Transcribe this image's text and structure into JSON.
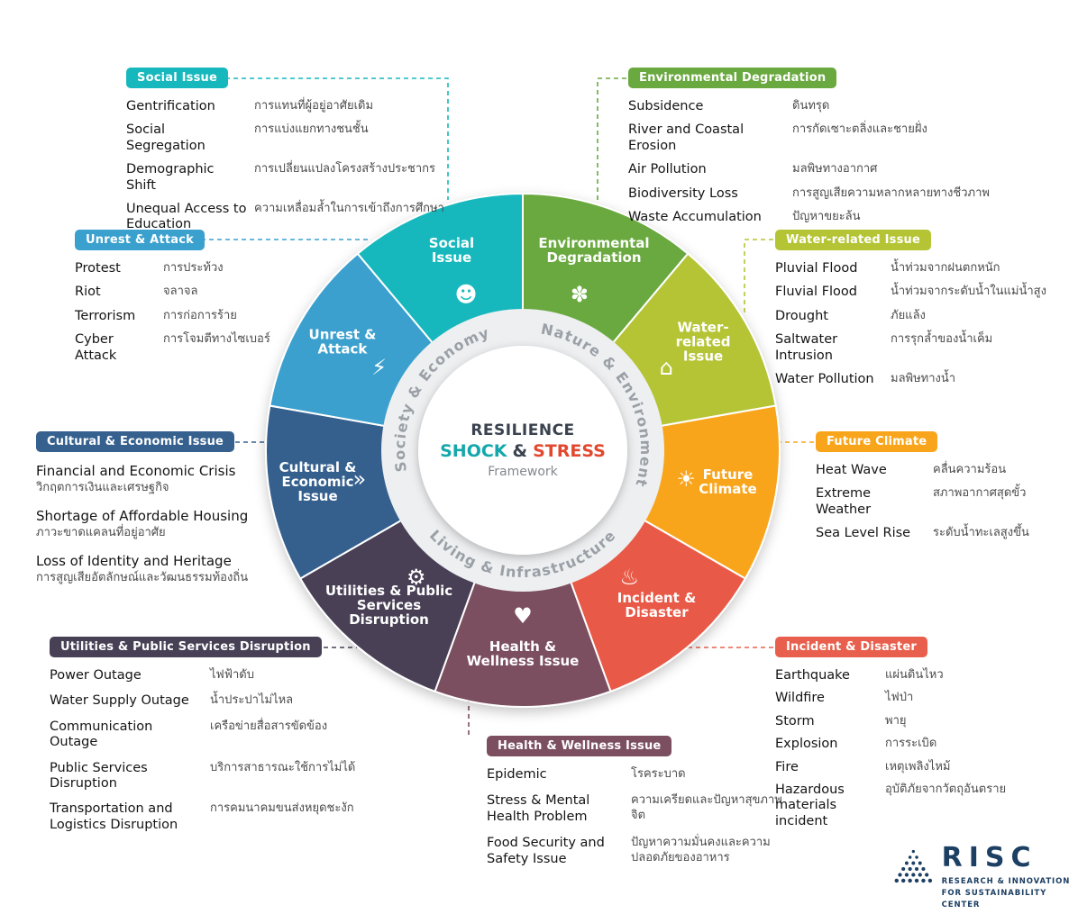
{
  "center": {
    "line1": "RESILIENCE",
    "shock": "SHOCK",
    "amp": "&",
    "stress": "STRESS",
    "subtitle": "Framework",
    "shock_color": "#14a7ac",
    "stress_color": "#e2482f"
  },
  "ring": {
    "bg": "#edeff1",
    "text_color": "#9aa0a6",
    "labels": [
      {
        "id": "society-economy",
        "text": "Society & Economy"
      },
      {
        "id": "nature-environment",
        "text": "Nature & Environment"
      },
      {
        "id": "living-infrastructure",
        "text": "Living & Infrastructure"
      }
    ]
  },
  "segments": [
    {
      "id": "environmental-degradation",
      "lines": [
        "Environmental",
        "Degradation"
      ],
      "color": "#6aa93f",
      "icon": "✽",
      "icon_name": "pollution-molecules-icon",
      "start": 0,
      "end": 40
    },
    {
      "id": "water-related-issue",
      "lines": [
        "Water-",
        "related",
        "Issue"
      ],
      "color": "#b5c434",
      "icon": "⌂",
      "icon_name": "flood-house-icon",
      "start": 40,
      "end": 80
    },
    {
      "id": "future-climate",
      "lines": [
        "Future",
        "Climate"
      ],
      "color": "#f9a51b",
      "icon": "☀",
      "icon_name": "sun-cloud-icon",
      "start": 80,
      "end": 120
    },
    {
      "id": "incident-disaster",
      "lines": [
        "Incident &",
        "Disaster"
      ],
      "color": "#e85a47",
      "icon": "♨",
      "icon_name": "flame-icon",
      "start": 120,
      "end": 160
    },
    {
      "id": "health-wellness-issue",
      "lines": [
        "Health &",
        "Wellness Issue"
      ],
      "color": "#7c4f60",
      "icon": "♥",
      "icon_name": "heart-pulse-icon",
      "start": 160,
      "end": 200
    },
    {
      "id": "utilities-public-services-disruption",
      "lines": [
        "Utilities & Public",
        "Services",
        "Disruption"
      ],
      "color": "#484156",
      "icon": "⚙",
      "icon_name": "train-fuel-icon",
      "start": 200,
      "end": 240
    },
    {
      "id": "cultural-economic-issue",
      "lines": [
        "Cultural &",
        "Economic",
        "Issue"
      ],
      "color": "#36618e",
      "icon": "»",
      "icon_name": "economy-arrows-icon",
      "start": 240,
      "end": 280
    },
    {
      "id": "unrest-attack",
      "lines": [
        "Unrest &",
        "Attack"
      ],
      "color": "#3aa0ce",
      "icon": "⚡",
      "icon_name": "shield-bolt-icon",
      "start": 280,
      "end": 320
    },
    {
      "id": "social-issue",
      "lines": [
        "Social",
        "Issue"
      ],
      "color": "#17b8bd",
      "icon": "☻",
      "icon_name": "people-icon",
      "start": 320,
      "end": 360
    }
  ],
  "callouts": [
    {
      "id": "social-issue",
      "title": "Social Issue",
      "color": "#17b8bd",
      "items": [
        {
          "en": "Gentrification",
          "th": "การแทนที่ผู้อยู่อาศัยเดิม"
        },
        {
          "en": "Social Segregation",
          "th": "การแบ่งแยกทางชนชั้น"
        },
        {
          "en": "Demographic Shift",
          "th": "การเปลี่ยนแปลงโครงสร้างประชากร"
        },
        {
          "en": "Unequal Access to Education",
          "th": "ความเหลื่อมล้ำในการเข้าถึงการศึกษา"
        }
      ]
    },
    {
      "id": "environmental-degradation",
      "title": "Environmental Degradation",
      "color": "#6aa93f",
      "items": [
        {
          "en": "Subsidence",
          "th": "ดินทรุด"
        },
        {
          "en": "River and Coastal Erosion",
          "th": "การกัดเซาะตลิ่งและชายฝั่ง"
        },
        {
          "en": "Air Pollution",
          "th": "มลพิษทางอากาศ"
        },
        {
          "en": "Biodiversity Loss",
          "th": "การสูญเสียความหลากหลายทางชีวภาพ"
        },
        {
          "en": "Waste Accumulation",
          "th": "ปัญหาขยะล้น"
        }
      ]
    },
    {
      "id": "unrest-attack",
      "title": "Unrest & Attack",
      "color": "#3aa0ce",
      "items": [
        {
          "en": "Protest",
          "th": "การประท้วง"
        },
        {
          "en": "Riot",
          "th": "จลาจล"
        },
        {
          "en": "Terrorism",
          "th": "การก่อการร้าย"
        },
        {
          "en": "Cyber Attack",
          "th": "การโจมตีทางไซเบอร์"
        }
      ]
    },
    {
      "id": "water-related-issue",
      "title": "Water-related Issue",
      "color": "#b5c434",
      "items": [
        {
          "en": "Pluvial Flood",
          "th": "น้ำท่วมจากฝนตกหนัก"
        },
        {
          "en": "Fluvial Flood",
          "th": "น้ำท่วมจากระดับน้ำในแม่น้ำสูง"
        },
        {
          "en": "Drought",
          "th": "ภัยแล้ง"
        },
        {
          "en": "Saltwater Intrusion",
          "th": "การรุกล้ำของน้ำเค็ม"
        },
        {
          "en": "Water Pollution",
          "th": "มลพิษทางน้ำ"
        }
      ]
    },
    {
      "id": "cultural-economic-issue",
      "title": "Cultural & Economic Issue",
      "color": "#36618e",
      "items": [
        {
          "en": "Financial and Economic Crisis",
          "th": "วิกฤตการเงินและเศรษฐกิจ"
        },
        {
          "en": "Shortage of Affordable Housing",
          "th": "ภาวะขาดแคลนที่อยู่อาศัย"
        },
        {
          "en": "Loss of Identity  and Heritage",
          "th": "การสูญเสียอัตลักษณ์และวัฒนธรรมท้องถิ่น"
        }
      ]
    },
    {
      "id": "future-climate",
      "title": "Future Climate",
      "color": "#f9a51b",
      "items": [
        {
          "en": "Heat Wave",
          "th": "คลื่นความร้อน"
        },
        {
          "en": "Extreme Weather",
          "th": "สภาพอากาศสุดขั้ว"
        },
        {
          "en": "Sea Level Rise",
          "th": "ระดับน้ำทะเลสูงขึ้น"
        }
      ]
    },
    {
      "id": "utilities-public-services-disruption",
      "title": "Utilities & Public Services Disruption",
      "color": "#484156",
      "items": [
        {
          "en": "Power Outage",
          "th": "ไฟฟ้าดับ"
        },
        {
          "en": "Water Supply Outage",
          "th": "น้ำประปาไม่ไหล"
        },
        {
          "en": "Communication Outage",
          "th": "เครือข่ายสื่อสารขัดข้อง"
        },
        {
          "en": "Public Services Disruption",
          "th": "บริการสาธารณะใช้การไม่ได้"
        },
        {
          "en": "Transportation and Logistics Disruption",
          "th": "การคมนาคมขนส่งหยุดชะงัก"
        }
      ]
    },
    {
      "id": "health-wellness-issue",
      "title": "Health & Wellness Issue",
      "color": "#7c4f60",
      "items": [
        {
          "en": "Epidemic",
          "th": "โรคระบาด"
        },
        {
          "en": "Stress & Mental Health  Problem",
          "th": "ความเครียดและปัญหาสุขภาพจิต"
        },
        {
          "en": "Food Security and Safety Issue",
          "th": "ปัญหาความมั่นคงและความปลอดภัยของอาหาร"
        }
      ]
    },
    {
      "id": "incident-disaster",
      "title": "Incident & Disaster",
      "color": "#e8604d",
      "items": [
        {
          "en": "Earthquake",
          "th": "แผ่นดินไหว"
        },
        {
          "en": "Wildfire",
          "th": "ไฟป่า"
        },
        {
          "en": "Storm",
          "th": "พายุ"
        },
        {
          "en": "Explosion",
          "th": "การระเบิด"
        },
        {
          "en": "Fire",
          "th": "เหตุเพลิงไหม้"
        },
        {
          "en": "Hazardous materials incident",
          "th": "อุบัติภัยจากวัตถุอันตราย"
        }
      ]
    }
  ],
  "logo": {
    "name": "RISC",
    "tagline1": "RESEARCH & INNOVATION",
    "tagline2": "FOR SUSTAINABILITY CENTER",
    "color": "#1c3f63"
  }
}
